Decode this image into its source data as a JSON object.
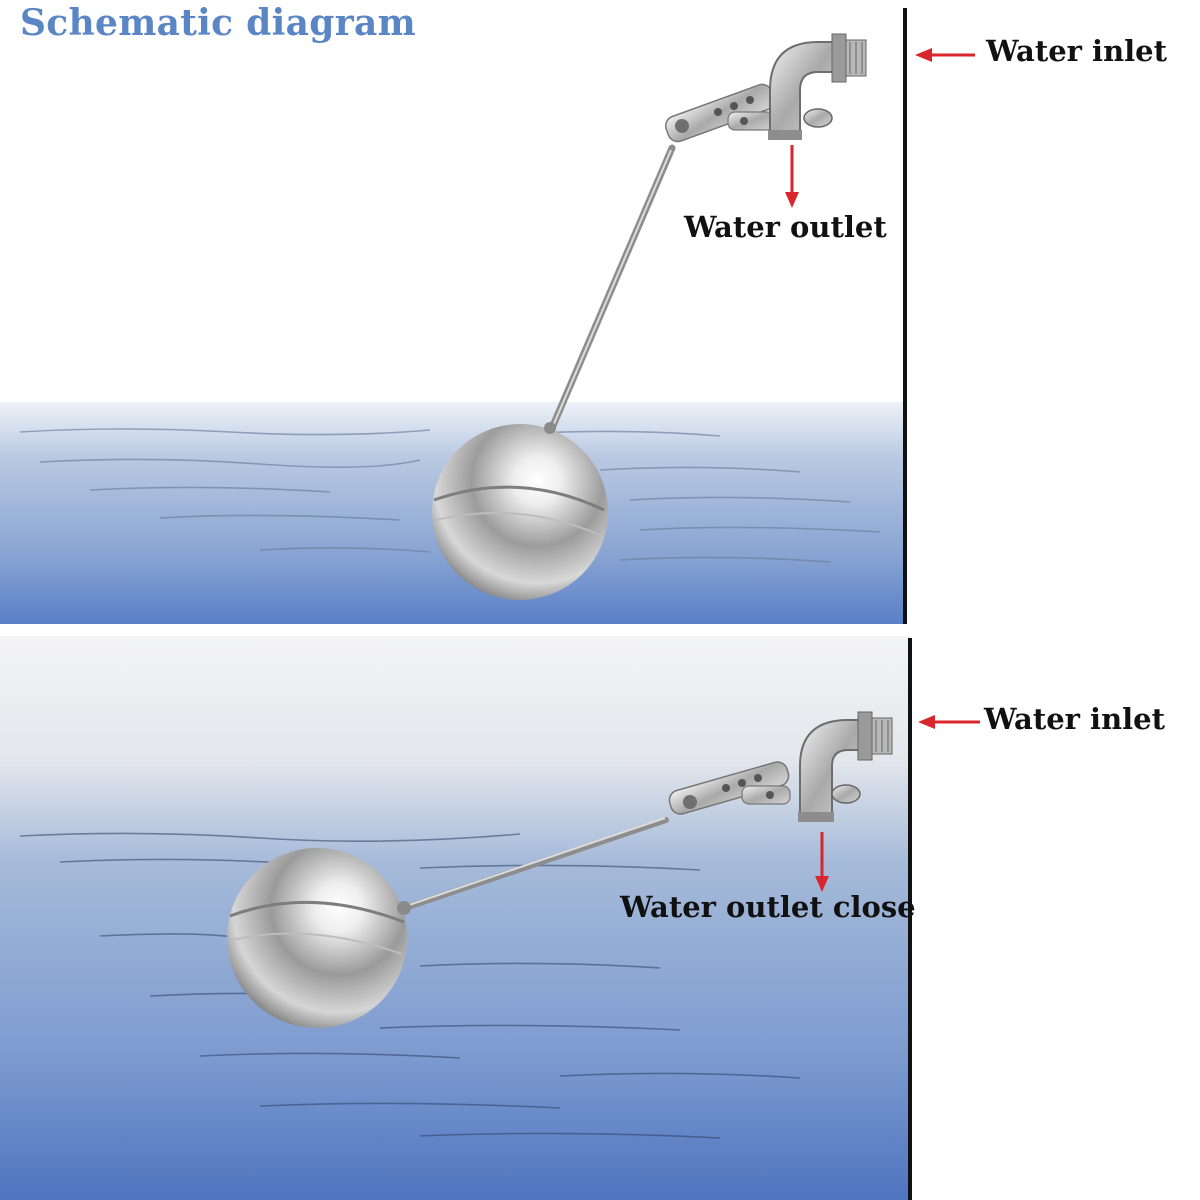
{
  "title": "Schematic diagram",
  "panels": {
    "top": {
      "inlet_label": "Water inlet",
      "outlet_label": "Water outlet"
    },
    "bottom": {
      "inlet_label": "Water inlet",
      "outlet_label": "Water outlet close"
    }
  },
  "colors": {
    "title": "#5b86c6",
    "arrow": "#d9262c",
    "water_surface": "#9db3d4",
    "water_deep": "#5c80c6",
    "wall": "#111111"
  }
}
